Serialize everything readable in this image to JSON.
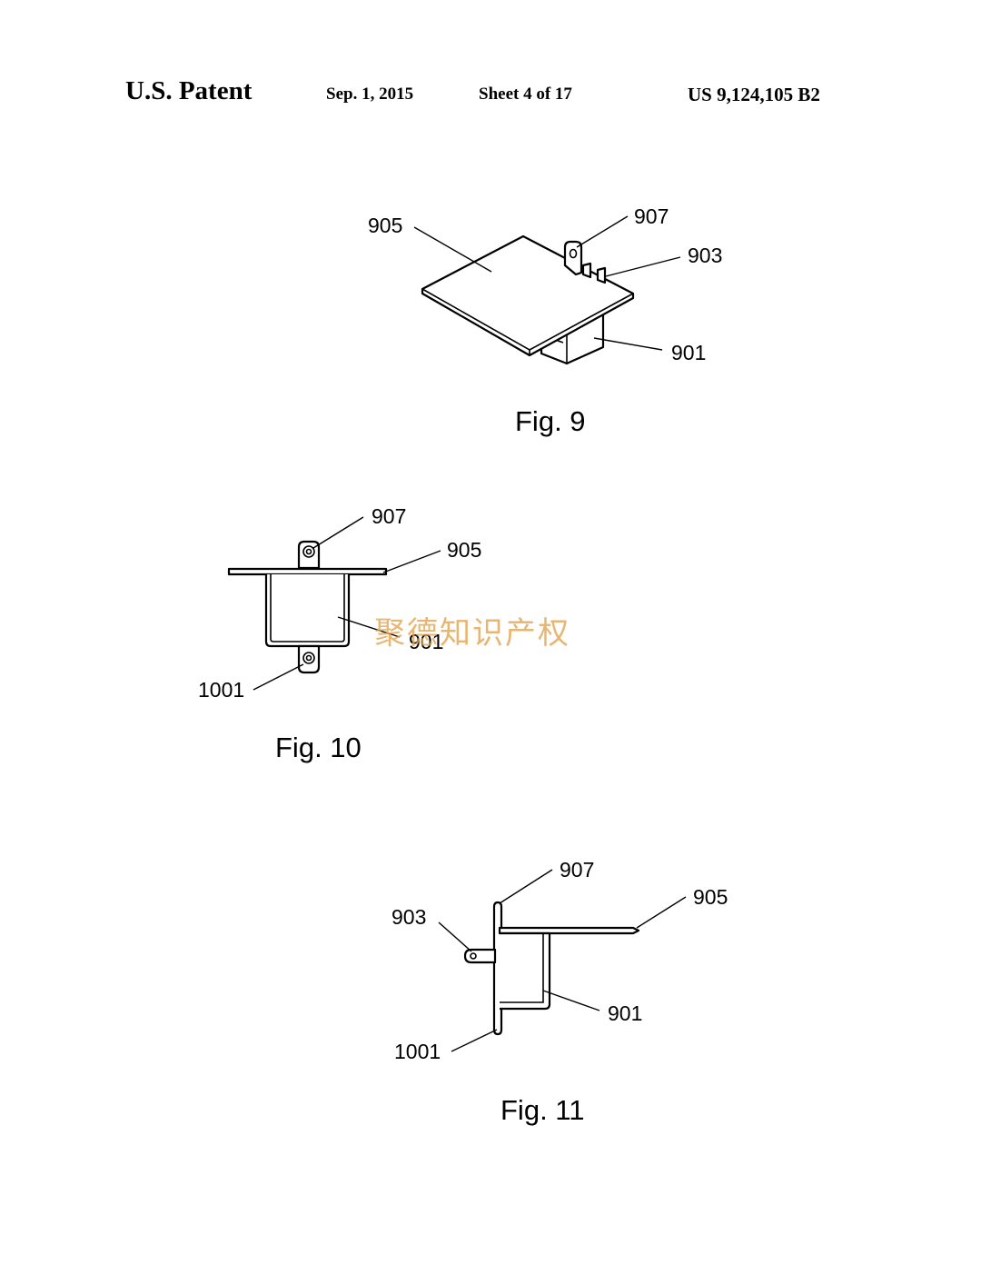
{
  "header": {
    "title": "U.S. Patent",
    "date": "Sep. 1, 2015",
    "sheet": "Sheet 4 of 17",
    "patent_number": "US 9,124,105 B2"
  },
  "watermark": "聚德知识产权",
  "figures": [
    {
      "caption": "Fig. 9",
      "labels": {
        "r905": "905",
        "r907": "907",
        "r903": "903",
        "r901": "901"
      }
    },
    {
      "caption": "Fig. 10",
      "labels": {
        "r907": "907",
        "r905": "905",
        "r901": "901",
        "r1001": "1001"
      }
    },
    {
      "caption": "Fig. 11",
      "labels": {
        "r907": "907",
        "r905": "905",
        "r903": "903",
        "r901": "901",
        "r1001": "1001"
      }
    }
  ]
}
